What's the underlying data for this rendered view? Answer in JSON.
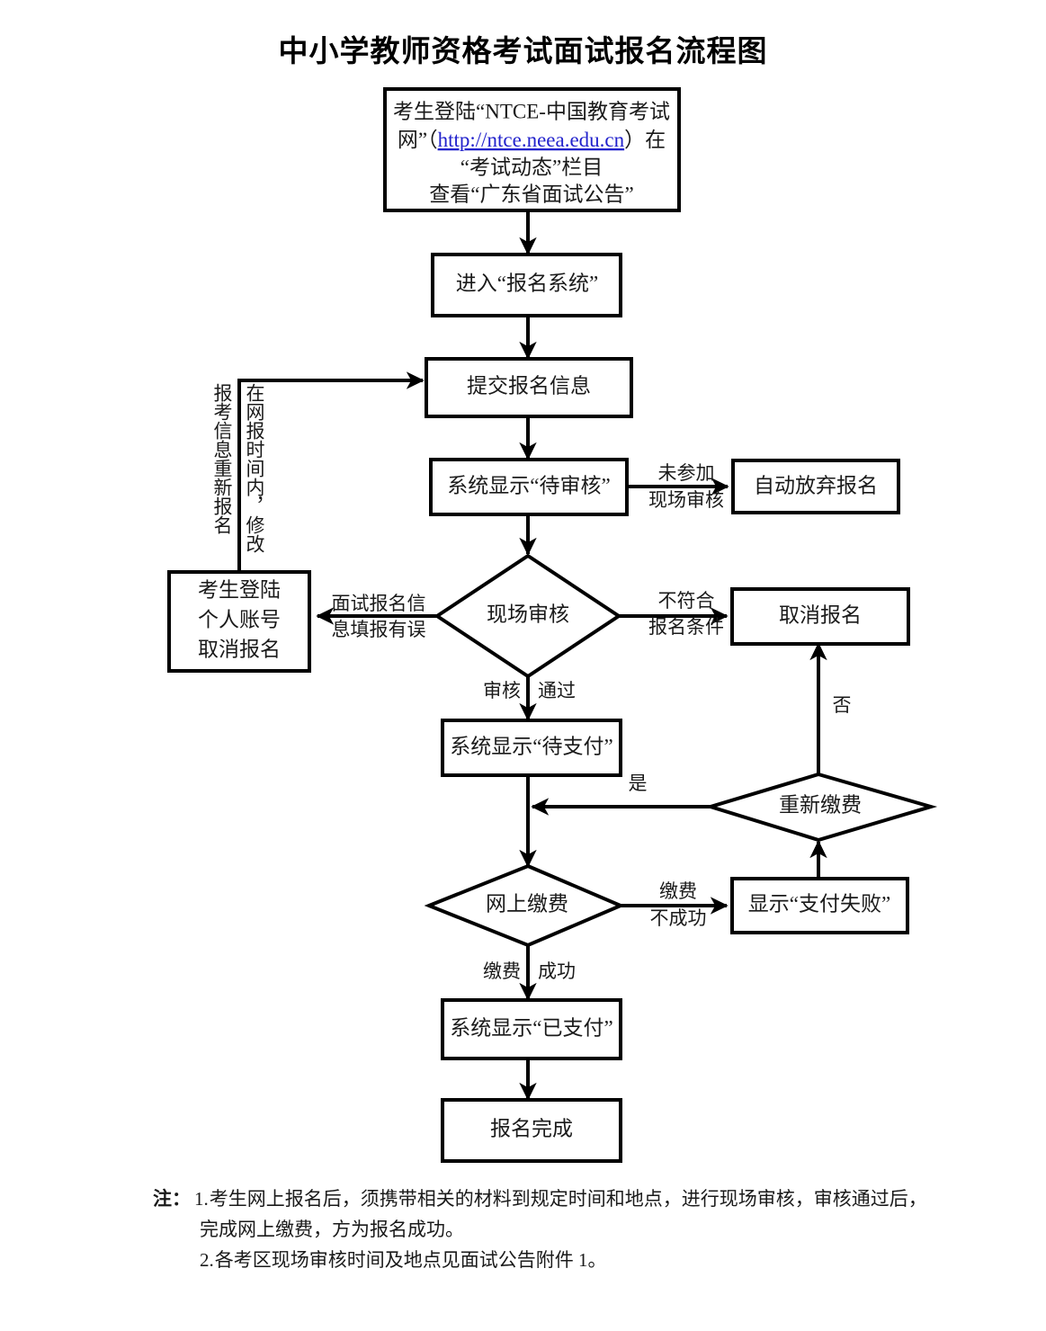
{
  "title": "中小学教师资格考试面试报名流程图",
  "chart_data": {
    "type": "diagram",
    "diagram_kind": "flowchart",
    "title": "中小学教师资格考试面试报名流程图",
    "orientation": "top-to-bottom",
    "nodes": [
      {
        "id": "n1",
        "shape": "rect",
        "lines": [
          "考生登陆“NTCE-中国教育考试",
          "网”（http://ntce.neea.edu.cn）在",
          "“考试动态”栏目",
          "查看“广东省面试公告”"
        ],
        "link": "http://ntce.neea.edu.cn"
      },
      {
        "id": "n2",
        "shape": "rect",
        "label": "进入“报名系统”"
      },
      {
        "id": "n3",
        "shape": "rect",
        "label": "提交报名信息"
      },
      {
        "id": "n4",
        "shape": "rect",
        "label": "系统显示“待审核”"
      },
      {
        "id": "n5",
        "shape": "rect",
        "label": "自动放弃报名"
      },
      {
        "id": "n6",
        "shape": "diamond",
        "label": "现场审核"
      },
      {
        "id": "n7",
        "shape": "rect",
        "lines": [
          "考生登陆",
          "个人账号",
          "取消报名"
        ]
      },
      {
        "id": "n8",
        "shape": "rect",
        "label": "取消报名"
      },
      {
        "id": "n9",
        "shape": "rect",
        "label": "系统显示“待支付”"
      },
      {
        "id": "n10",
        "shape": "diamond",
        "label": "重新缴费"
      },
      {
        "id": "n11",
        "shape": "diamond",
        "label": "网上缴费"
      },
      {
        "id": "n12",
        "shape": "rect",
        "label": "显示“支付失败”"
      },
      {
        "id": "n13",
        "shape": "rect",
        "label": "系统显示“已支付”"
      },
      {
        "id": "n14",
        "shape": "rect",
        "label": "报名完成"
      }
    ],
    "edges": [
      {
        "from": "n1",
        "to": "n2",
        "label": ""
      },
      {
        "from": "n2",
        "to": "n3",
        "label": ""
      },
      {
        "from": "n3",
        "to": "n4",
        "label": ""
      },
      {
        "from": "n4",
        "to": "n5",
        "label": "未参加\n现场审核"
      },
      {
        "from": "n4",
        "to": "n6",
        "label": ""
      },
      {
        "from": "n6",
        "to": "n7",
        "label": "面试报名信\n息填报有误"
      },
      {
        "from": "n6",
        "to": "n8",
        "label": "不符合\n报名条件"
      },
      {
        "from": "n6",
        "to": "n9",
        "label": "审核 通过"
      },
      {
        "from": "n7",
        "to": "n3",
        "label": "报考信息重新报名 / 在网报时间内，修改"
      },
      {
        "from": "n9",
        "to": "n11",
        "label": ""
      },
      {
        "from": "n10",
        "to": "n9",
        "label": "是"
      },
      {
        "from": "n10",
        "to": "n8",
        "label": "否"
      },
      {
        "from": "n11",
        "to": "n12",
        "label": "缴费\n不成功"
      },
      {
        "from": "n11",
        "to": "n13",
        "label": "缴费 成功"
      },
      {
        "from": "n12",
        "to": "n10",
        "label": ""
      },
      {
        "from": "n13",
        "to": "n14",
        "label": ""
      }
    ]
  },
  "boxes": {
    "box1_line1": "考生登陆“NTCE-中国教育考试",
    "box1_line2_pre": "网”（",
    "box1_link": "http://ntce.neea.edu.cn",
    "box1_line2_post": "）在",
    "box1_line3": "“考试动态”栏目",
    "box1_line4": "查看“广东省面试公告”",
    "box2": "进入“报名系统”",
    "box3": "提交报名信息",
    "box4": "系统显示“待审核”",
    "box5": "自动放弃报名",
    "diamond6": "现场审核",
    "box7_line1": "考生登陆",
    "box7_line2": "个人账号",
    "box7_line3": "取消报名",
    "box8": "取消报名",
    "box9": "系统显示“待支付”",
    "diamond10": "重新缴费",
    "diamond11": "网上缴费",
    "box12": "显示“支付失败”",
    "box13": "系统显示“已支付”",
    "box14": "报名完成"
  },
  "edge_labels": {
    "e_not_attend_1": "未参加",
    "e_not_attend_2": "现场审核",
    "e_info_wrong_1": "面试报名信",
    "e_info_wrong_2": "息填报有误",
    "e_not_qualified_1": "不符合",
    "e_not_qualified_2": "报名条件",
    "e_pass_1": "审核",
    "e_pass_2": "通过",
    "e_yes": "是",
    "e_no": "否",
    "e_pay_fail_1": "缴费",
    "e_pay_fail_2": "不成功",
    "e_pay_ok_1": "缴费",
    "e_pay_ok_2": "成功",
    "v_left": "报考信息重新报名",
    "v_right": "在网报时间内，修改"
  },
  "notes": {
    "label": "注：",
    "num1": "1.",
    "note1_line1": "考生网上报名后，须携带相关的材料到规定时间和地点，进行现场审核，审核通过后，",
    "note1_line2": "完成网上缴费，方为报名成功。",
    "num2": "2.",
    "note2": "各考区现场审核时间及地点见面试公告附件 1。"
  },
  "colors": {
    "stroke": "#000000",
    "text": "#1a1a1a",
    "link": "#2222cc",
    "background": "#ffffff"
  }
}
